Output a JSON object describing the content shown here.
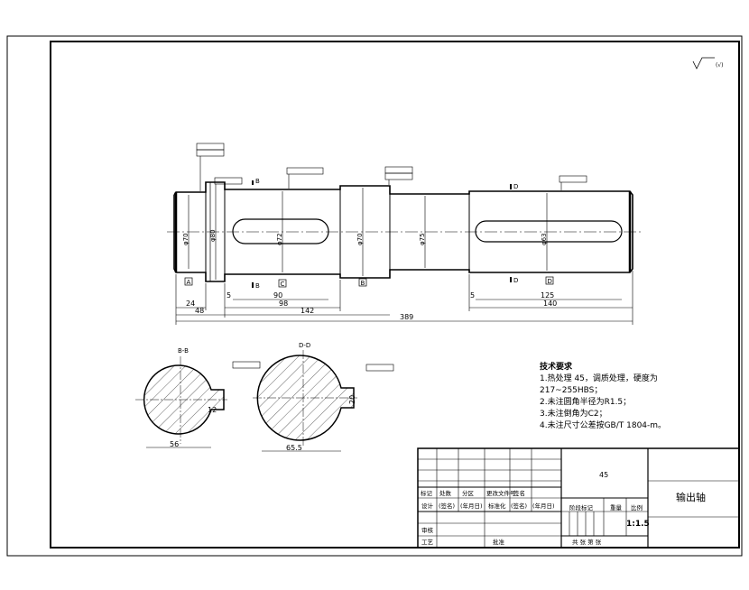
{
  "drawing": {
    "part_name": "输出轴",
    "material": "45",
    "scale": "1:1.5",
    "roughness_corner": "(√)"
  },
  "dimensions": {
    "lengths": [
      "24",
      "48",
      "98",
      "142",
      "389",
      "90",
      "5",
      "5",
      "125",
      "140"
    ],
    "diameters": [
      "φ70",
      "φ80",
      "φ72",
      "φ70",
      "φ75",
      "φ63"
    ]
  },
  "sections": {
    "b_label": "B-B",
    "b_width": "56",
    "b_depth": "12",
    "d_label": "D-D",
    "d_width": "65.5",
    "d_depth": "20"
  },
  "datums": [
    "A",
    "C",
    "B",
    "D"
  ],
  "tech_requirements": {
    "title": "技术要求",
    "items": [
      "1.热处理 45，调质处理，硬度为",
      "217~255HBS；",
      "2.未注圆角半径为R1.5；",
      "3.未注倒角为C2；",
      "4.未注尺寸公差按GB/T 1804-m。"
    ]
  },
  "title_block": {
    "rev_headers": [
      "标记",
      "处数",
      "分区",
      "更改文件号",
      "签名"
    ],
    "row_design": [
      "设计",
      "(签名)",
      "(年月日)",
      "标准化",
      "(签名)",
      "(年月日)"
    ],
    "stage_mark": "阶段标记",
    "weight": "重量",
    "scale_label": "比例",
    "review": "审核",
    "process": "工艺",
    "approve": "批准",
    "sheets": "共    张    第    张"
  }
}
